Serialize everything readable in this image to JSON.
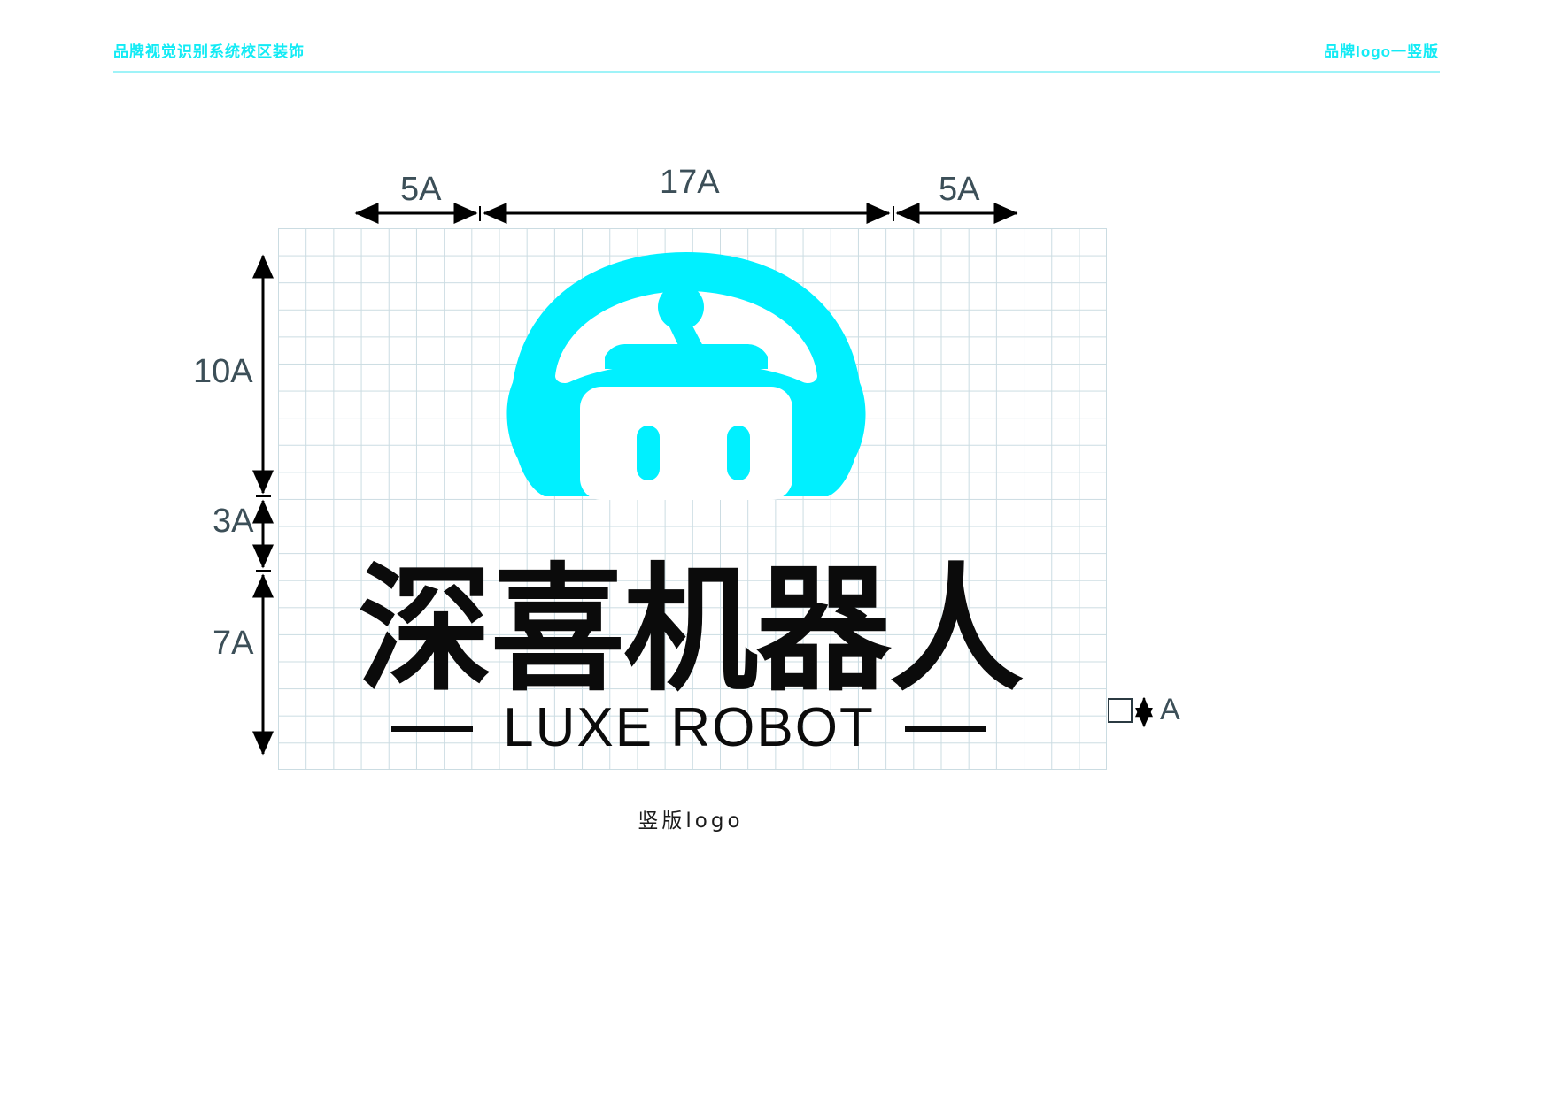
{
  "header": {
    "left_title": "品牌视觉识别系统校区装饰",
    "right_title": "品牌logo一竖版",
    "accent_color": "#12EBF5"
  },
  "dimensions": {
    "clear_space_left": "5A",
    "logo_width": "17A",
    "clear_space_right": "5A",
    "mark_height": "10A",
    "gap_height": "3A",
    "wordmark_height": "7A",
    "unit_label": "A"
  },
  "logo": {
    "mark_name": "robot-head-mark",
    "mark_color": "#00F0FF",
    "wordmark_cn": "深喜机器人",
    "wordmark_en": "LUXE ROBOT",
    "wordmark_color": "#0B0B0B"
  },
  "caption": "竖版logo",
  "grid": {
    "line_color": "#CBDCE2",
    "cell_size": "31px"
  },
  "arrow_color": "#000000",
  "label_color": "#3C4F58"
}
